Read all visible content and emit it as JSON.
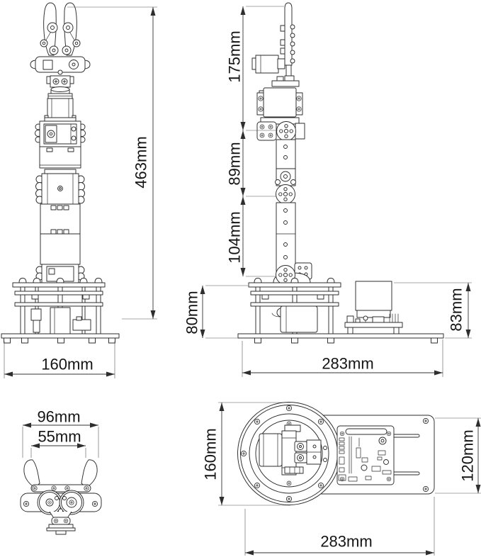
{
  "drawing": {
    "unit": "mm",
    "style": "technical line drawing"
  },
  "views": {
    "front": {
      "height": "463mm",
      "base_width": "160mm"
    },
    "side": {
      "gripper_section": "175mm",
      "upper_arm": "89mm",
      "forearm": "104mm",
      "base_height": "80mm",
      "controller_height": "83mm",
      "base_length": "283mm"
    },
    "gripper": {
      "outer_width": "96mm",
      "opening_width": "55mm"
    },
    "top": {
      "turntable_diameter": "160mm",
      "plate_width": "120mm",
      "base_length": "283mm"
    }
  },
  "colors": {
    "background": "#ffffff",
    "line_art": "#2b2b2b",
    "dimension_lines": "#333333",
    "text": "#141414"
  }
}
